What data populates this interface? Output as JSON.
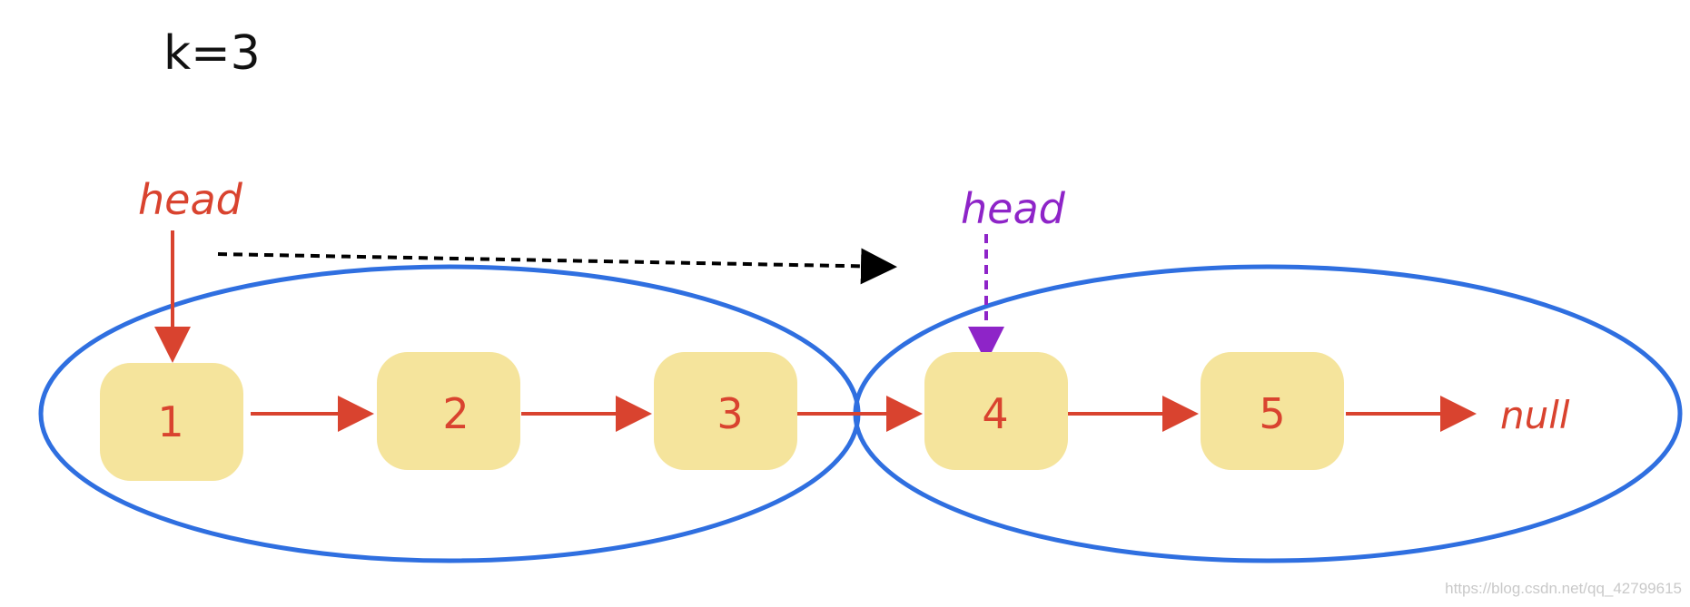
{
  "k_label": "k=3",
  "head_label_red": "head",
  "head_label_purple": "head",
  "nodes": [
    {
      "value": "1"
    },
    {
      "value": "2"
    },
    {
      "value": "3"
    },
    {
      "value": "4"
    },
    {
      "value": "5"
    }
  ],
  "null_label": "null",
  "watermark": "https://blog.csdn.net/qq_42799615",
  "colors": {
    "node_fill": "#f5e49c",
    "arrow": "#d9432f",
    "group_ellipse": "#2f6fe0",
    "purple_pointer": "#8e24c8",
    "dashed_arrow": "#000000"
  }
}
